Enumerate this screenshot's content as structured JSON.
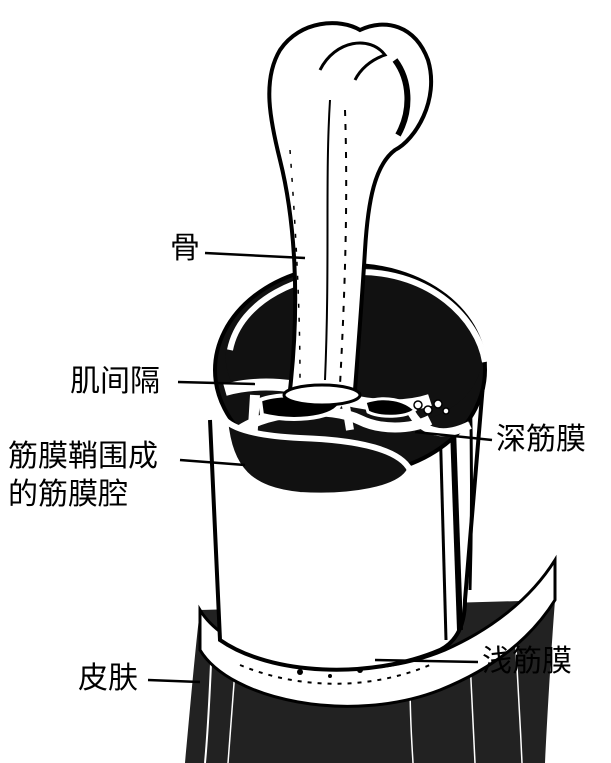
{
  "labels": {
    "bone": "骨",
    "septum": "肌间隔",
    "compartment": "筋膜鞘围成的筋膜腔",
    "deep_fascia": "深筋膜",
    "superficial_fascia": "浅筋膜",
    "skin": "皮肤"
  },
  "colors": {
    "ink": "#000000",
    "paper": "#ffffff"
  }
}
